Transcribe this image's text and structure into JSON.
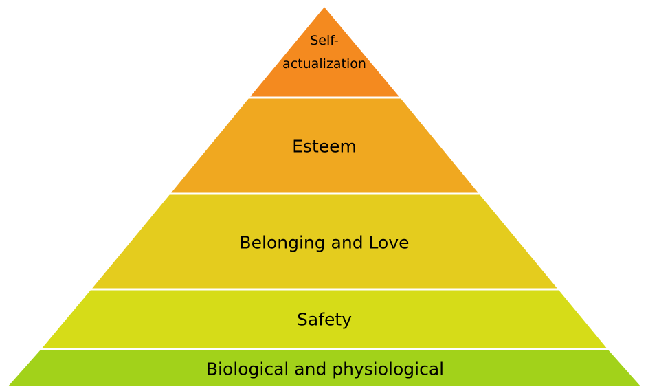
{
  "levels": [
    {
      "lines": [
        "Self-",
        "actualization"
      ],
      "color": "#f48a1f"
    },
    {
      "lines": [
        "Esteem"
      ],
      "color": "#f0a820"
    },
    {
      "lines": [
        "Belonging and Love"
      ],
      "color": "#e4cc1e"
    },
    {
      "lines": [
        "Safety"
      ],
      "color": "#d6dc18"
    },
    {
      "lines": [
        "Biological and physiological"
      ],
      "color": "#a2d21a"
    }
  ]
}
